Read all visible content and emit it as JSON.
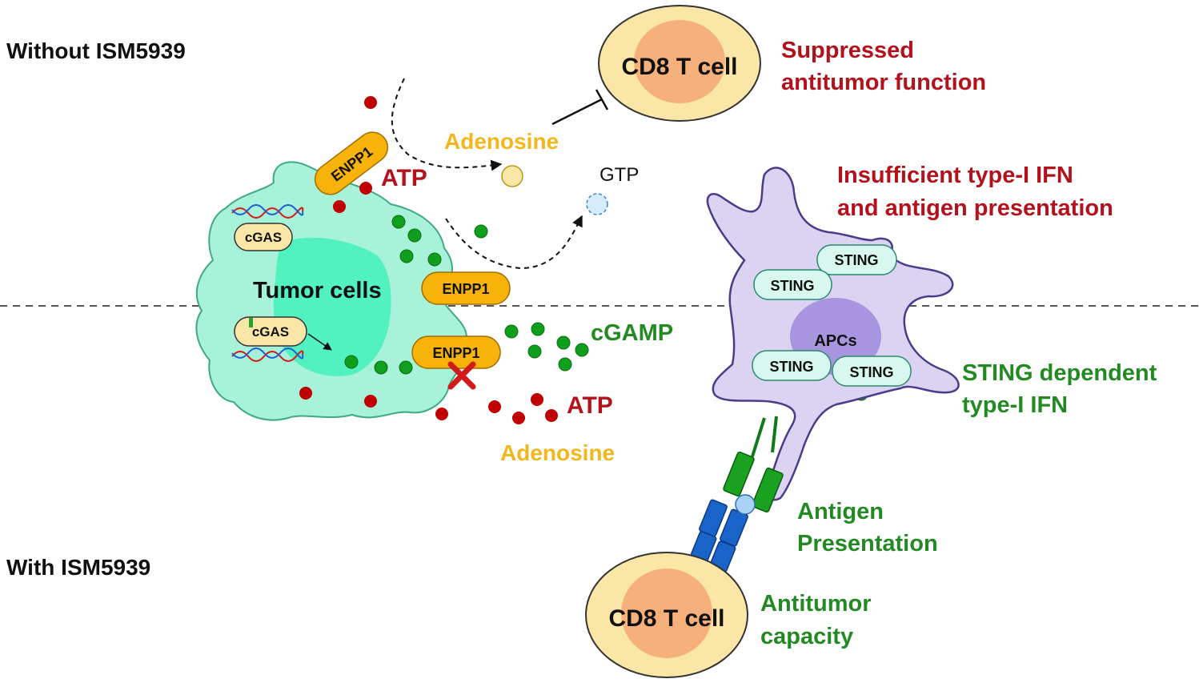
{
  "colors": {
    "red_text": "#b3121c",
    "green_text": "#238a23",
    "gold_text": "#f2b71c",
    "enpp1_fill": "#f7b30a",
    "tumor_fill": "#a7f2d8",
    "nucleus_fill": "#52f2c0",
    "apc_fill": "#dcd3f3",
    "apc_nucleus": "#a895e0",
    "tcell_outer": "#fae6a6",
    "tcell_inner": "#f6b07c",
    "atp_dot": "#c00000",
    "cgamp_dot": "#0f9f1c"
  },
  "sections": {
    "top": "Without ISM5939",
    "bottom": "With ISM5939"
  },
  "top": {
    "tcell_label": "CD8 T cell",
    "suppressed_line1": "Suppressed",
    "suppressed_line2": "antitumor function",
    "adenosine": "Adenosine",
    "gtp": "GTP",
    "atp": "ATP",
    "insufficient_line1": "Insufficient type-I IFN",
    "insufficient_line2": "and antigen presentation"
  },
  "tumor": {
    "label": "Tumor cells",
    "enpp1": "ENPP1",
    "cgas": "cGAS"
  },
  "apc": {
    "label": "APCs",
    "sting": "STING"
  },
  "bottom": {
    "cgamp": "cGAMP",
    "atp": "ATP",
    "adenosine": "Adenosine",
    "sting_ifn_line1": "STING dependent",
    "sting_ifn_line2": "type-I IFN",
    "antigen_line1": "Antigen",
    "antigen_line2": "Presentation",
    "tcell_label": "CD8 T cell",
    "antitumor_line1": "Antitumor",
    "antitumor_line2": "capacity"
  }
}
